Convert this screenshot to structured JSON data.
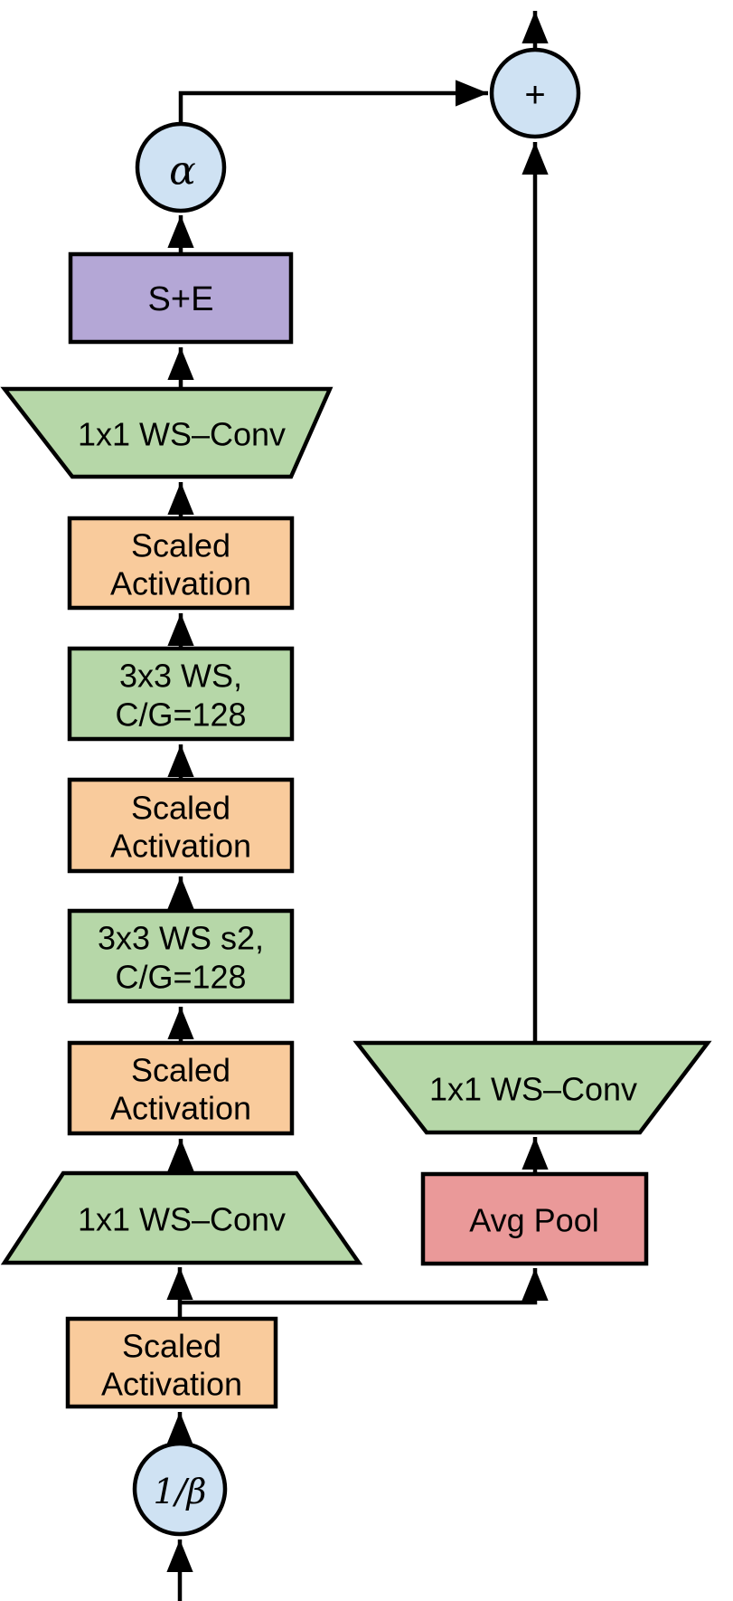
{
  "diagram": {
    "type": "neural-network-block-diagram",
    "nodes": {
      "output_sum": {
        "label": "+"
      },
      "alpha_scale": {
        "label": "α"
      },
      "squeeze_excite": {
        "label": "S+E"
      },
      "conv1x1_expand": {
        "label": "1x1 WS–Conv"
      },
      "scaled_activation_4": {
        "line1": "Scaled",
        "line2": "Activation"
      },
      "conv3x3": {
        "line1": "3x3 WS,",
        "line2": "C/G=128"
      },
      "scaled_activation_3": {
        "line1": "Scaled",
        "line2": "Activation"
      },
      "conv3x3_s2": {
        "line1": "3x3 WS s2,",
        "line2": "C/G=128"
      },
      "scaled_activation_2": {
        "line1": "Scaled",
        "line2": "Activation"
      },
      "conv1x1_reduce": {
        "label": "1x1 WS–Conv"
      },
      "shortcut_conv1x1": {
        "label": "1x1 WS–Conv"
      },
      "shortcut_avg_pool": {
        "label": "Avg Pool"
      },
      "scaled_activation_1": {
        "line1": "Scaled",
        "line2": "Activation"
      },
      "inv_beta_scale": {
        "label": "1/β"
      }
    },
    "colors": {
      "conv_green": "#b6d7a8",
      "activation_orange": "#f9cb9c",
      "se_purple": "#b4a7d6",
      "pool_red": "#ea9999",
      "scalar_blue": "#cfe2f3",
      "line_black": "#000000"
    }
  }
}
